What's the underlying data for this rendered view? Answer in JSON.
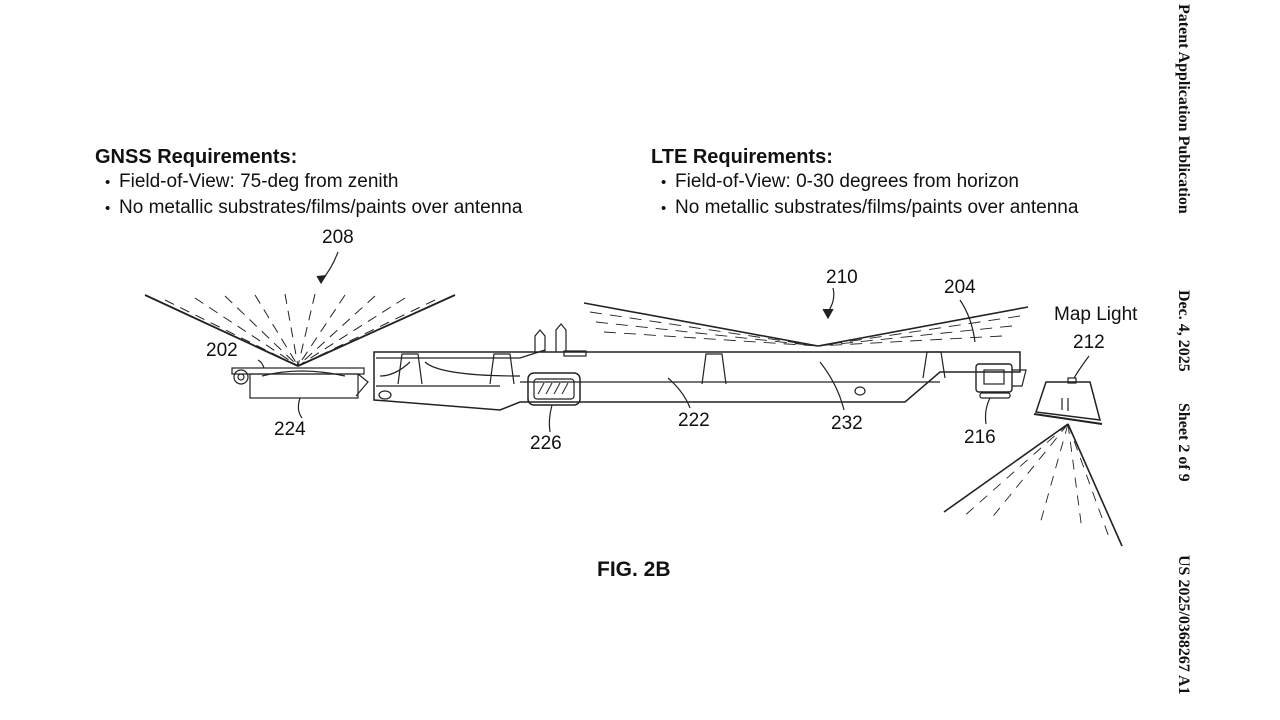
{
  "header": {
    "publication_type": "Patent Application Publication",
    "date": "Dec. 4, 2025",
    "sheet": "Sheet 2 of 9",
    "publication_number": "US 2025/0368267 A1"
  },
  "gnss_requirements": {
    "title": "GNSS Requirements:",
    "items": [
      "Field-of-View: 75-deg from zenith",
      "No metallic substrates/films/paints over antenna"
    ]
  },
  "lte_requirements": {
    "title": "LTE Requirements:",
    "items": [
      "Field-of-View: 0-30 degrees from horizon",
      "No metallic substrates/films/paints over antenna"
    ]
  },
  "reference_numerals": {
    "gnss_fov": "208",
    "gnss_antenna": "202",
    "gnss_housing": "224",
    "lte_fov": "210",
    "lte_antenna": "204",
    "map_light_label": "Map Light",
    "map_light": "212",
    "connector": "216",
    "housing_body": "222",
    "vent": "226",
    "lte_element": "232"
  },
  "figure_label": "FIG. 2B"
}
